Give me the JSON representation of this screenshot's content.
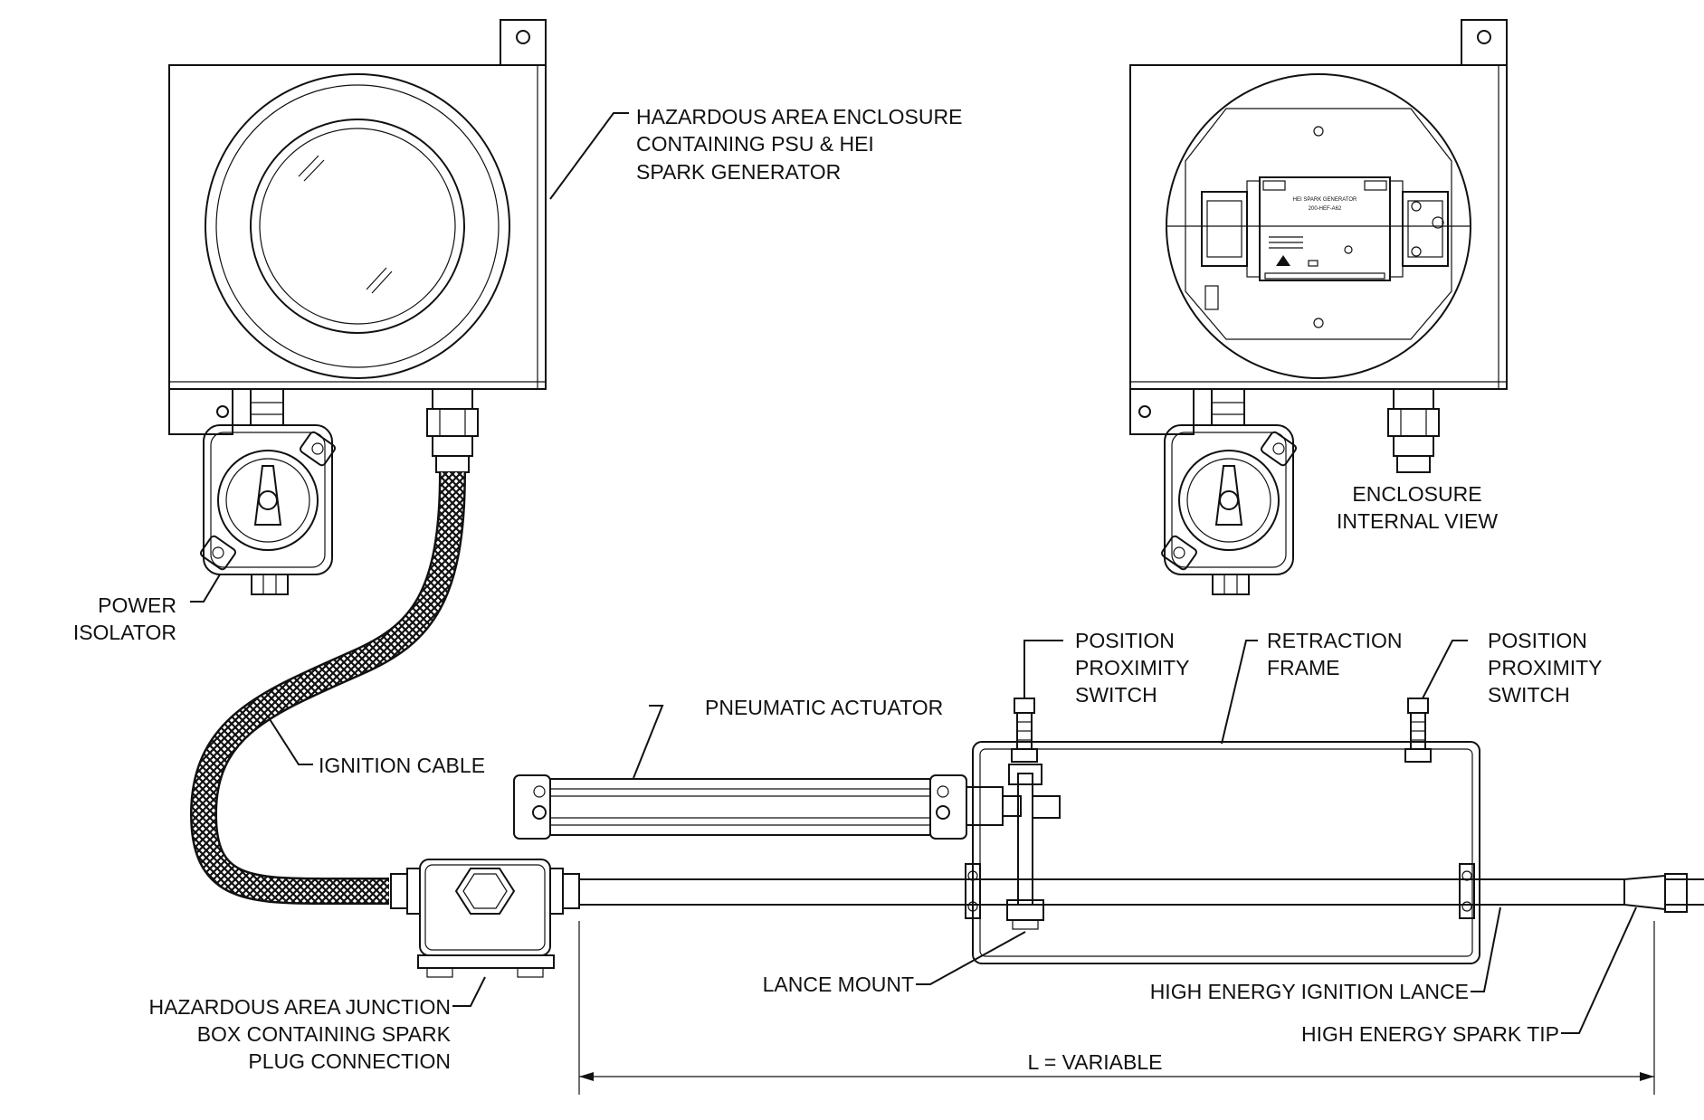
{
  "labels": {
    "enclosure": [
      "HAZARDOUS AREA ENCLOSURE",
      "CONTAINING PSU & HEI",
      "SPARK GENERATOR"
    ],
    "internal_view": [
      "ENCLOSURE",
      "INTERNAL VIEW"
    ],
    "power_isolator": [
      "POWER",
      "ISOLATOR"
    ],
    "ignition_cable": "IGNITION CABLE",
    "pneumatic_actuator": "PNEUMATIC ACTUATOR",
    "prox_switch_left": [
      "POSITION",
      "PROXIMITY",
      "SWITCH"
    ],
    "retraction_frame": [
      "RETRACTION",
      "FRAME"
    ],
    "prox_switch_right": [
      "POSITION",
      "PROXIMITY",
      "SWITCH"
    ],
    "lance_mount": "LANCE MOUNT",
    "ignition_lance": "HIGH ENERGY IGNITION LANCE",
    "spark_tip": "HIGH ENERGY SPARK TIP",
    "junction_box": [
      "HAZARDOUS AREA JUNCTION",
      "BOX CONTAINING SPARK",
      "PLUG CONNECTION"
    ],
    "dimension": "L = VARIABLE"
  },
  "module_text": {
    "title": "HEI SPARK GENERATOR",
    "model": "200-HEF-A62"
  },
  "colors": {
    "line": "#111111",
    "background": "#ffffff"
  }
}
